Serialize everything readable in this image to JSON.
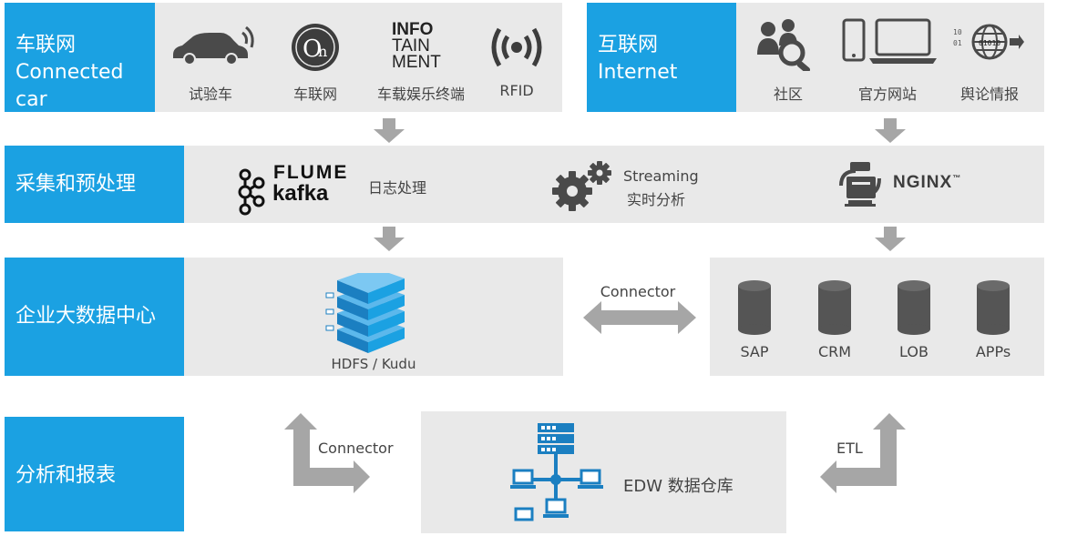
{
  "top_left": {
    "title_cn": "车联网",
    "title_en": "Connected car",
    "items": [
      {
        "icon": "car-wifi-icon",
        "label": "试验车"
      },
      {
        "icon": "on-logo-icon",
        "label": "车联网"
      },
      {
        "icon": "infotainment-text-icon",
        "label": "车载娱乐终端",
        "logo_lines": [
          "INFO",
          "TAIN",
          "MENT"
        ]
      },
      {
        "icon": "rfid-icon",
        "label": "RFID"
      }
    ]
  },
  "top_right": {
    "title_cn": "互联网",
    "title_en": "Internet",
    "items": [
      {
        "icon": "community-search-icon",
        "label": "社区"
      },
      {
        "icon": "devices-icon",
        "label": "官方网站"
      },
      {
        "icon": "globe-binary-icon",
        "label": "舆论情报"
      }
    ]
  },
  "collect": {
    "title": "采集和预处理",
    "flume_logo": "FLUME",
    "kafka_logo": "kafka",
    "log_label": "日志处理",
    "streaming_line1": "Streaming",
    "streaming_line2": "实时分析",
    "nginx_logo": "NGINX",
    "nginx_tm": "™"
  },
  "datacenter": {
    "title": "企业大数据中心",
    "storage_label": "HDFS / Kudu",
    "connector_label": "Connector",
    "sources": [
      "SAP",
      "CRM",
      "LOB",
      "APPs"
    ]
  },
  "analysis": {
    "title": "分析和报表",
    "connector_label": "Connector",
    "etl_label": "ETL",
    "edw_label": "EDW 数据仓库"
  },
  "colors": {
    "accent_blue": "#1ba1e2",
    "panel_gray": "#e9e9e9",
    "arrow_gray": "#a6a6a6",
    "icon_dark": "#555555"
  }
}
